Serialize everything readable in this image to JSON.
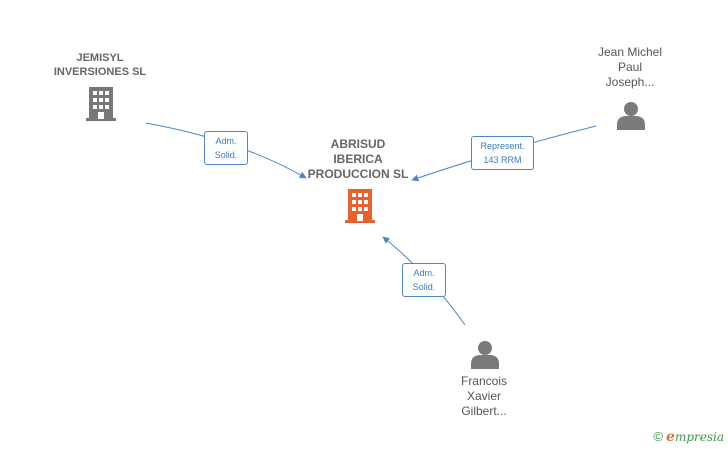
{
  "nodes": {
    "jemisyl": {
      "lines": [
        "JEMISYL",
        "INVERSIONES SL"
      ],
      "icon": "building-icon"
    },
    "abrisud": {
      "lines": [
        "ABRISUD",
        "IBERICA",
        "PRODUCCION SL"
      ],
      "icon": "building-icon"
    },
    "jean": {
      "lines": [
        "Jean Michel",
        "Paul",
        "Joseph..."
      ],
      "icon": "person-icon"
    },
    "francois": {
      "lines": [
        "Francois",
        "Xavier",
        "Gilbert..."
      ],
      "icon": "person-icon"
    }
  },
  "edges": {
    "jemisyl_abrisud": {
      "lines": [
        "Adm.",
        "Solid."
      ]
    },
    "jean_abrisud": {
      "lines": [
        "Represent.",
        "143 RRM"
      ]
    },
    "francois_abrisud": {
      "lines": [
        "Adm.",
        "Solid."
      ]
    }
  },
  "colors": {
    "edge": "#4a86c8",
    "company_icon": "#777777",
    "center_icon": "#e8602c",
    "person_icon": "#7a7a7a"
  },
  "brand": {
    "copyright": "©",
    "initial": "e",
    "rest": "mpresia"
  }
}
